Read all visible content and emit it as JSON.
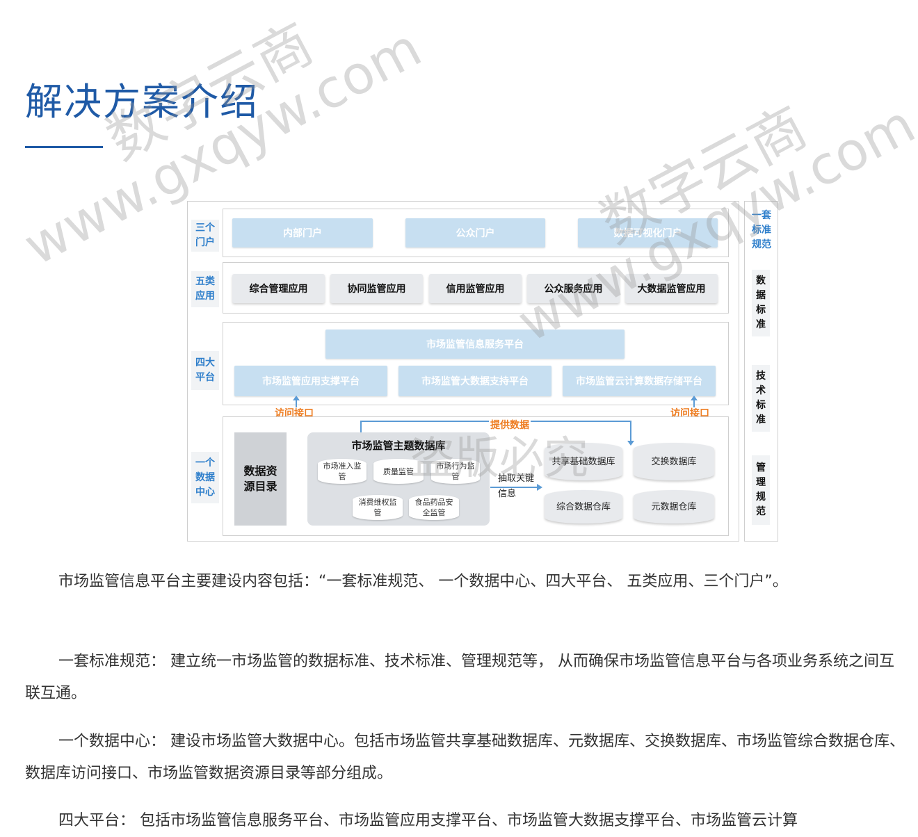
{
  "title": "解决方案介绍",
  "diagram": {
    "row_labels": {
      "portals": "三个门户",
      "apps": "五类应用",
      "platforms": "四大平台",
      "datacenter": "一个数据中心"
    },
    "portals": [
      "内部门户",
      "公众门户",
      "数据可视化门户"
    ],
    "apps": [
      "综合管理应用",
      "协同监管应用",
      "信用监管应用",
      "公众服务应用",
      "大数据监管应用"
    ],
    "platforms": {
      "top": "市场监管信息服务平台",
      "bottom": [
        "市场监管应用支撑平台",
        "市场监管大数据支持平台",
        "市场监管云计算数据存储平台"
      ]
    },
    "labels": {
      "access_left": "访问接口",
      "access_right": "访问接口",
      "provide_data": "提供数据",
      "extract": "抽取关键信息"
    },
    "catalog": "数据资源目录",
    "theme_db": {
      "title": "市场监管主题数据库",
      "items": [
        "市场准入监管",
        "质量监管",
        "市场行为监管",
        "消费维权监管",
        "食品药品安全监管"
      ]
    },
    "stores": [
      "共享基础数据库",
      "交换数据库",
      "综合数据仓库",
      "元数据仓库"
    ],
    "side": {
      "header": "一套标准规范",
      "items": [
        "数据标准",
        "技术标准",
        "管理规范"
      ]
    }
  },
  "paragraphs": [
    "市场监管信息平台主要建设内容包括：“一套标准规范、 一个数据中心、四大平台、 五类应用、三个门户”。",
    "一套标准规范： 建立统一市场监管的数据标准、技术标准、管理规范等， 从而确保市场监管信息平台与各项业务系统之间互联互通。",
    "一个数据中心： 建设市场监管大数据中心。包括市场监管共享基础数据库、元数据库、交换数据库、市场监管综合数据仓库、数据库访问接口、市场监管数据资源目录等部分组成。",
    "四大平台： 包括市场监管信息服务平台、市场监管应用支撑平台、市场监管大数据支撑平台、市场监管云计算"
  ],
  "watermarks": {
    "text1": "数字云商",
    "text2": "www.gxqyw.com",
    "text3": "盗版必究"
  },
  "colors": {
    "title_blue": "#1f5aa6",
    "label_blue": "#2f7fcb",
    "box_light_blue": "#c7dff1",
    "accent_orange": "#ee7d22"
  }
}
